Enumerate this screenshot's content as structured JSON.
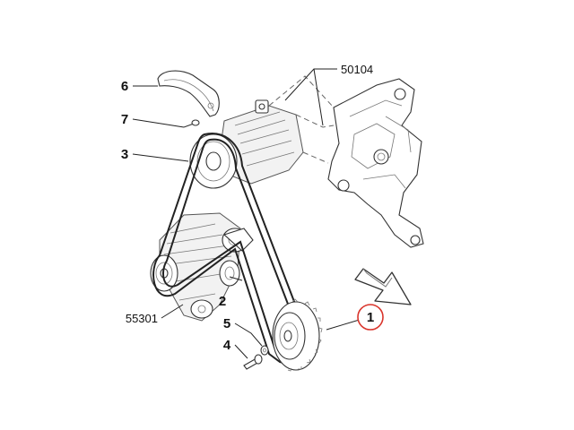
{
  "callouts": {
    "c1": "1",
    "c2": "2",
    "c3": "3",
    "c4": "4",
    "c5": "5",
    "c6": "6",
    "c7": "7",
    "c50104": "50104",
    "c55301": "55301"
  },
  "colors": {
    "highlight": "#d9342b",
    "ink": "#222222"
  },
  "icons": {
    "direction": "direction-arrow-icon"
  }
}
